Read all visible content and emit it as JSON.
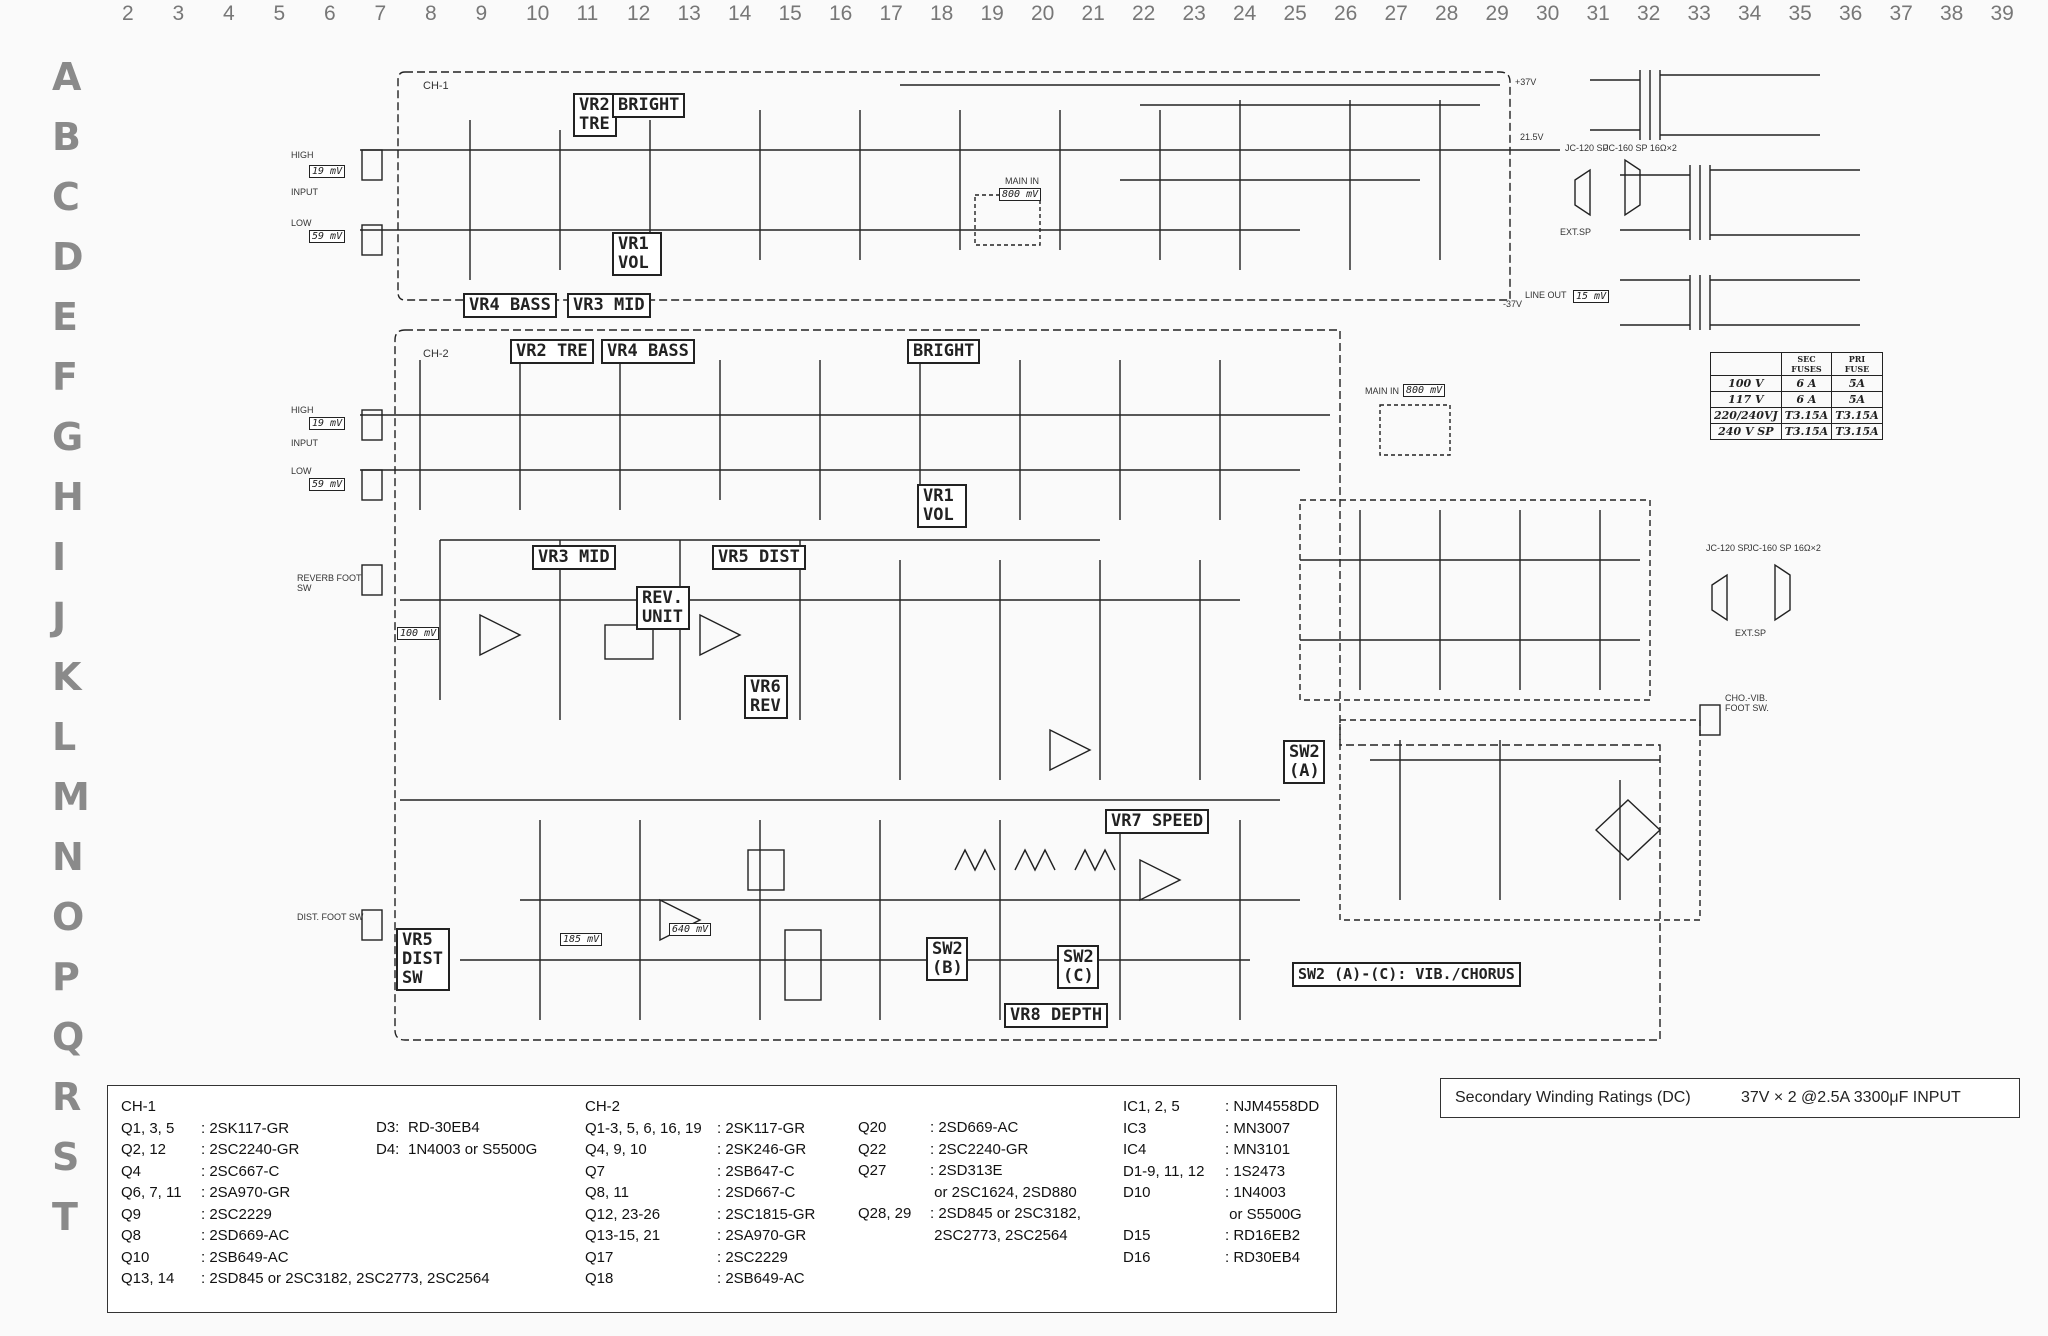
{
  "grid": {
    "numbers": [
      "2",
      "3",
      "4",
      "5",
      "6",
      "7",
      "8",
      "9",
      "10",
      "11",
      "12",
      "13",
      "14",
      "15",
      "16",
      "17",
      "18",
      "19",
      "20",
      "21",
      "22",
      "23",
      "24",
      "25",
      "26",
      "27",
      "28",
      "29",
      "30",
      "31",
      "32",
      "33",
      "34",
      "35",
      "36",
      "37",
      "38",
      "39"
    ],
    "letters": [
      "A",
      "B",
      "C",
      "D",
      "E",
      "F",
      "G",
      "H",
      "I",
      "J",
      "K",
      "L",
      "M",
      "N",
      "O",
      "P",
      "Q",
      "R",
      "S",
      "T"
    ]
  },
  "channels": {
    "ch1": "CH-1",
    "ch2": "CH-2"
  },
  "controls": {
    "ch1_vr2": "VR2 TRE",
    "ch1_bright": "BRIGHT",
    "ch1_vr1": "VR1 VOL",
    "ch1_vr4": "VR4 BASS",
    "ch1_vr3": "VR3 MID",
    "ch2_vr2": "VR2 TRE",
    "ch2_vr4": "VR4 BASS",
    "ch2_bright": "BRIGHT",
    "ch2_vr1": "VR1 VOL",
    "ch2_vr3": "VR3 MID",
    "ch2_vr5": "VR5 DIST",
    "rev_unit": "REV. UNIT",
    "vr6": "VR6 REV",
    "sw2a": "SW2 (A)",
    "sw2b": "SW2 (B)",
    "sw2c": "SW2 (C)",
    "vr7": "VR7 SPEED",
    "vr8": "VR8 DEPTH",
    "vr5_sw": "VR5 DIST SW",
    "sw2_note": "SW2 (A)-(C): VIB./CHORUS"
  },
  "signal_levels": {
    "high_in1": "19 mV",
    "low_in1": "59 mV",
    "high_in2": "19 mV",
    "low_in2": "59 mV",
    "main_in1": "800 mV",
    "main_in2": "800 mV",
    "line_out": "15 mV",
    "reverb_level": "100 mV",
    "dist_level": "185 mV",
    "chorus_level": "640 mV"
  },
  "io_labels": {
    "input": "INPUT",
    "high": "HIGH",
    "low": "LOW",
    "reverb_foot": "REVERB FOOT SW",
    "dist_foot": "DIST. FOOT SW",
    "cho_vib_foot": "CHO.-VIB. FOOT SW.",
    "main_in": "MAIN IN",
    "line_out_lbl": "LINE OUT",
    "ext_sp": "EXT.SP",
    "jc120": "JC-120 SP",
    "jc160": "JC-160 SP 16Ω×2",
    "minus37": "-37V",
    "plus37": "+37V",
    "v215": "21.5V"
  },
  "fuse_table": {
    "headers": [
      "",
      "SEC FUSES",
      "PRI FUSE"
    ],
    "rows": [
      [
        "100 V",
        "6 A",
        "5A"
      ],
      [
        "117 V",
        "6 A",
        "5A"
      ],
      [
        "220/240VJ",
        "T3.15A",
        "T3.15A"
      ],
      [
        "240 V SP",
        "T3.15A",
        "T3.15A"
      ]
    ]
  },
  "secondary_winding": {
    "label": "Secondary Winding Ratings (DC)",
    "value": "37V × 2 @2.5A  3300μF  INPUT"
  },
  "parts_list": {
    "ch1_title": "CH-1",
    "ch1_col1": [
      [
        "Q1, 3, 5",
        ": 2SK117-GR"
      ],
      [
        "Q2, 12",
        ": 2SC2240-GR"
      ],
      [
        "Q4",
        ": 2SC667-C"
      ],
      [
        "Q6, 7, 11",
        ": 2SA970-GR"
      ],
      [
        "Q9",
        ": 2SC2229"
      ],
      [
        "Q8",
        ": 2SD669-AC"
      ],
      [
        "Q10",
        ": 2SB649-AC"
      ],
      [
        "Q13, 14",
        ": 2SD845 or 2SC3182, 2SC2773, 2SC2564"
      ]
    ],
    "ch1_col2": [
      [
        "D3:",
        "RD-30EB4"
      ],
      [
        "D4:",
        "1N4003 or S5500G"
      ]
    ],
    "ch2_title": "CH-2",
    "ch2_col1": [
      [
        "Q1-3, 5, 6, 16, 19",
        ": 2SK117-GR"
      ],
      [
        "Q4, 9, 10",
        ": 2SK246-GR"
      ],
      [
        "Q7",
        ": 2SB647-C"
      ],
      [
        "Q8, 11",
        ": 2SD667-C"
      ],
      [
        "Q12, 23-26",
        ": 2SC1815-GR"
      ],
      [
        "Q13-15, 21",
        ": 2SA970-GR"
      ],
      [
        "Q17",
        ": 2SC2229"
      ],
      [
        "Q18",
        ": 2SB649-AC"
      ]
    ],
    "ch2_col2": [
      [
        "Q20",
        ": 2SD669-AC"
      ],
      [
        "Q22",
        ": 2SC2240-GR"
      ],
      [
        "Q27",
        ": 2SD313E"
      ],
      [
        "",
        "  or 2SC1624, 2SD880"
      ],
      [
        "Q28, 29",
        ": 2SD845 or 2SC3182,"
      ],
      [
        "",
        "  2SC2773, 2SC2564"
      ],
      [
        "IC1, 2, 5",
        ": NJM4558DD"
      ],
      [
        "IC3",
        ": MN3007"
      ]
    ],
    "ch2_col3": [
      [
        "IC1, 2, 5",
        ": NJM4558DD"
      ],
      [
        "IC3",
        ": MN3007"
      ],
      [
        "IC4",
        ": MN3101"
      ],
      [
        "D1-9, 11, 12",
        ": 1S2473"
      ],
      [
        "D10",
        ": 1N4003"
      ],
      [
        "",
        "  or S5500G"
      ],
      [
        "D15",
        ": RD16EB2"
      ],
      [
        "D16",
        ": RD30EB4"
      ]
    ]
  }
}
